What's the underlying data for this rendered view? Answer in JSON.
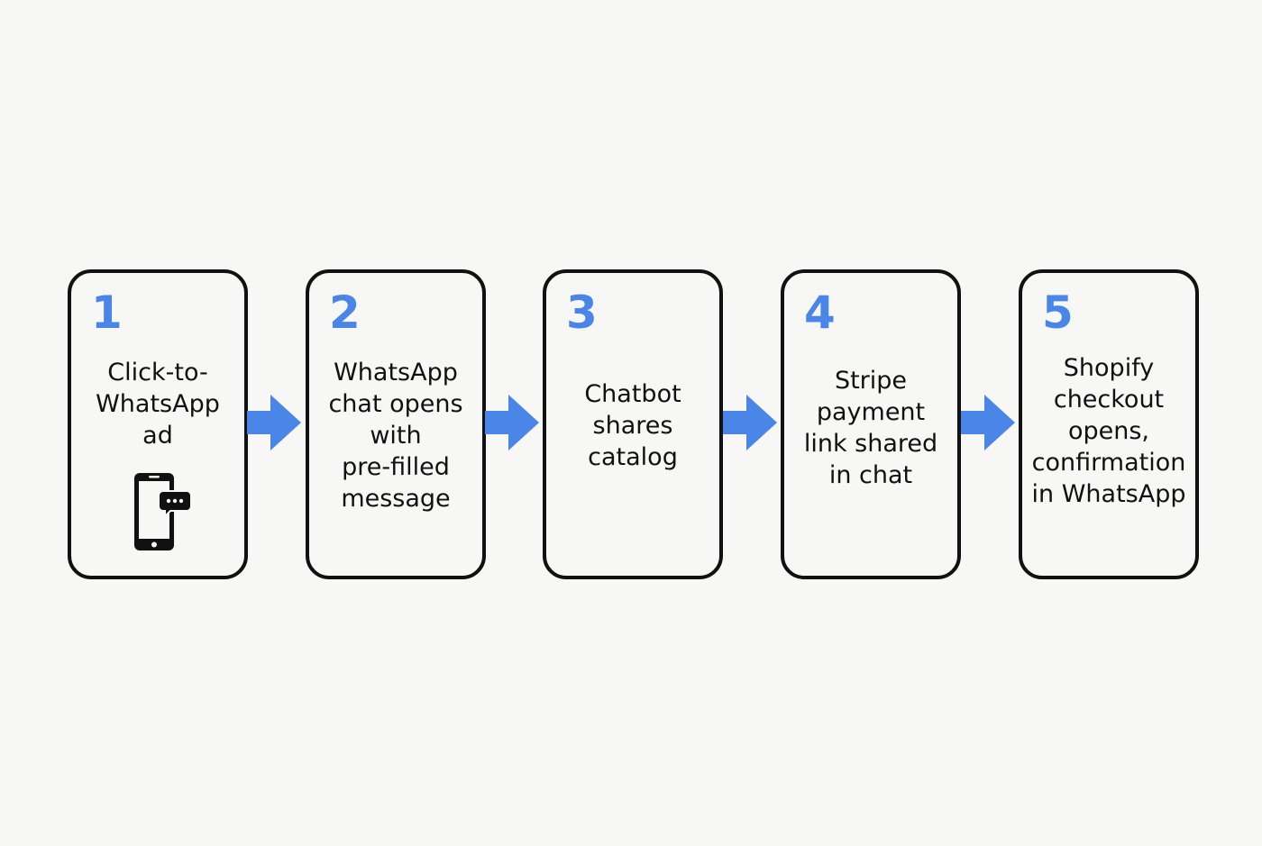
{
  "steps": [
    {
      "number": "1",
      "text": "Click-to-\nWhatsApp\nad",
      "icon": "smartphone-chat-icon"
    },
    {
      "number": "2",
      "text": "WhatsApp\nchat opens\nwith\npre-filled\nmessage"
    },
    {
      "number": "3",
      "text": "Chatbot\nshares\ncatalog"
    },
    {
      "number": "4",
      "text": "Stripe\npayment\nlink shared\nin chat"
    },
    {
      "number": "5",
      "text": "Shopify\ncheckout\nopens,\nconfirmation\nin WhatsApp"
    }
  ],
  "colors": {
    "accent": "#4a86e8",
    "border": "#111111",
    "background": "#f7f7f6"
  }
}
